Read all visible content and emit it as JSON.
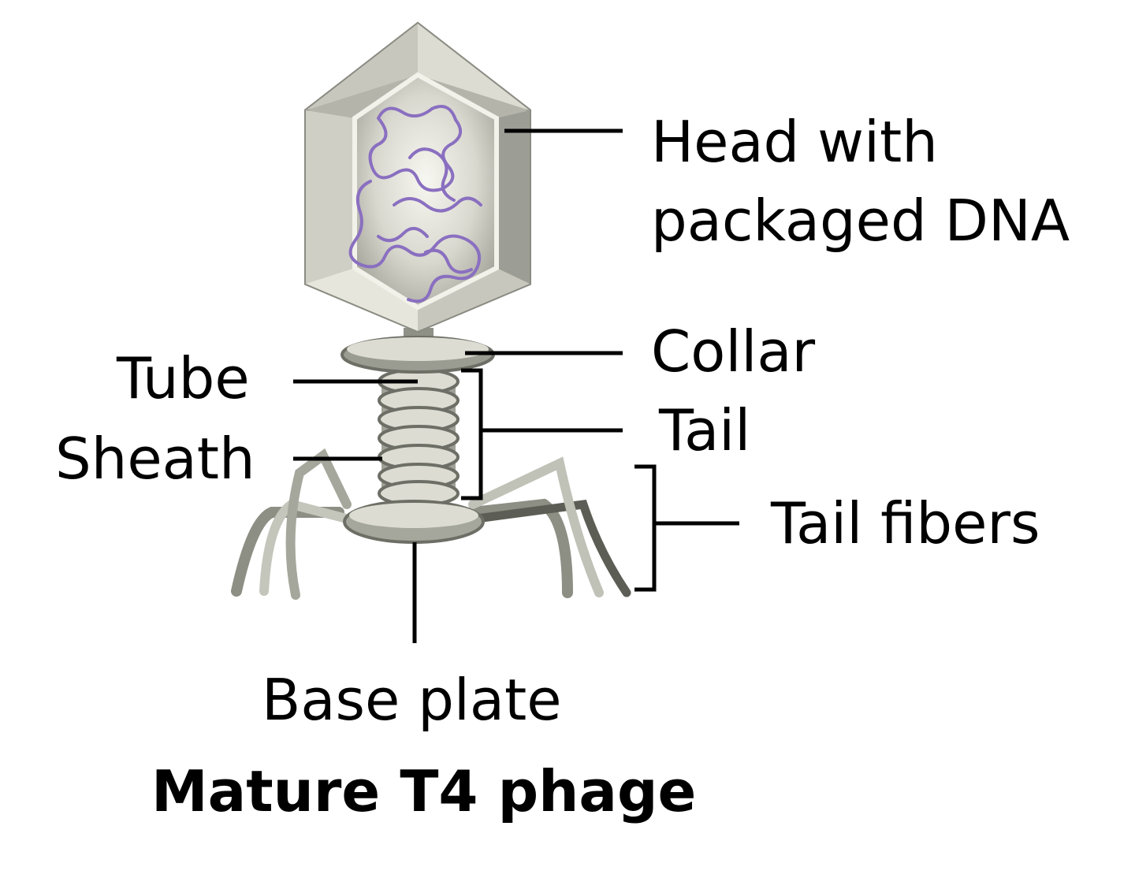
{
  "labels": {
    "head_line1": "Head with",
    "head_line2": "packaged DNA",
    "collar": "Collar",
    "tail": "Tail",
    "tail_fibers": "Tail fibers",
    "tube": "Tube",
    "sheath": "Sheath",
    "base_plate": "Base plate"
  },
  "title": "Mature T4 phage",
  "colors": {
    "capsid": "#b4b4ab",
    "capsid_light": "#e6e6dc",
    "dna": "#8a6fc0",
    "fiber": "#8d8f84",
    "line": "#000000"
  }
}
